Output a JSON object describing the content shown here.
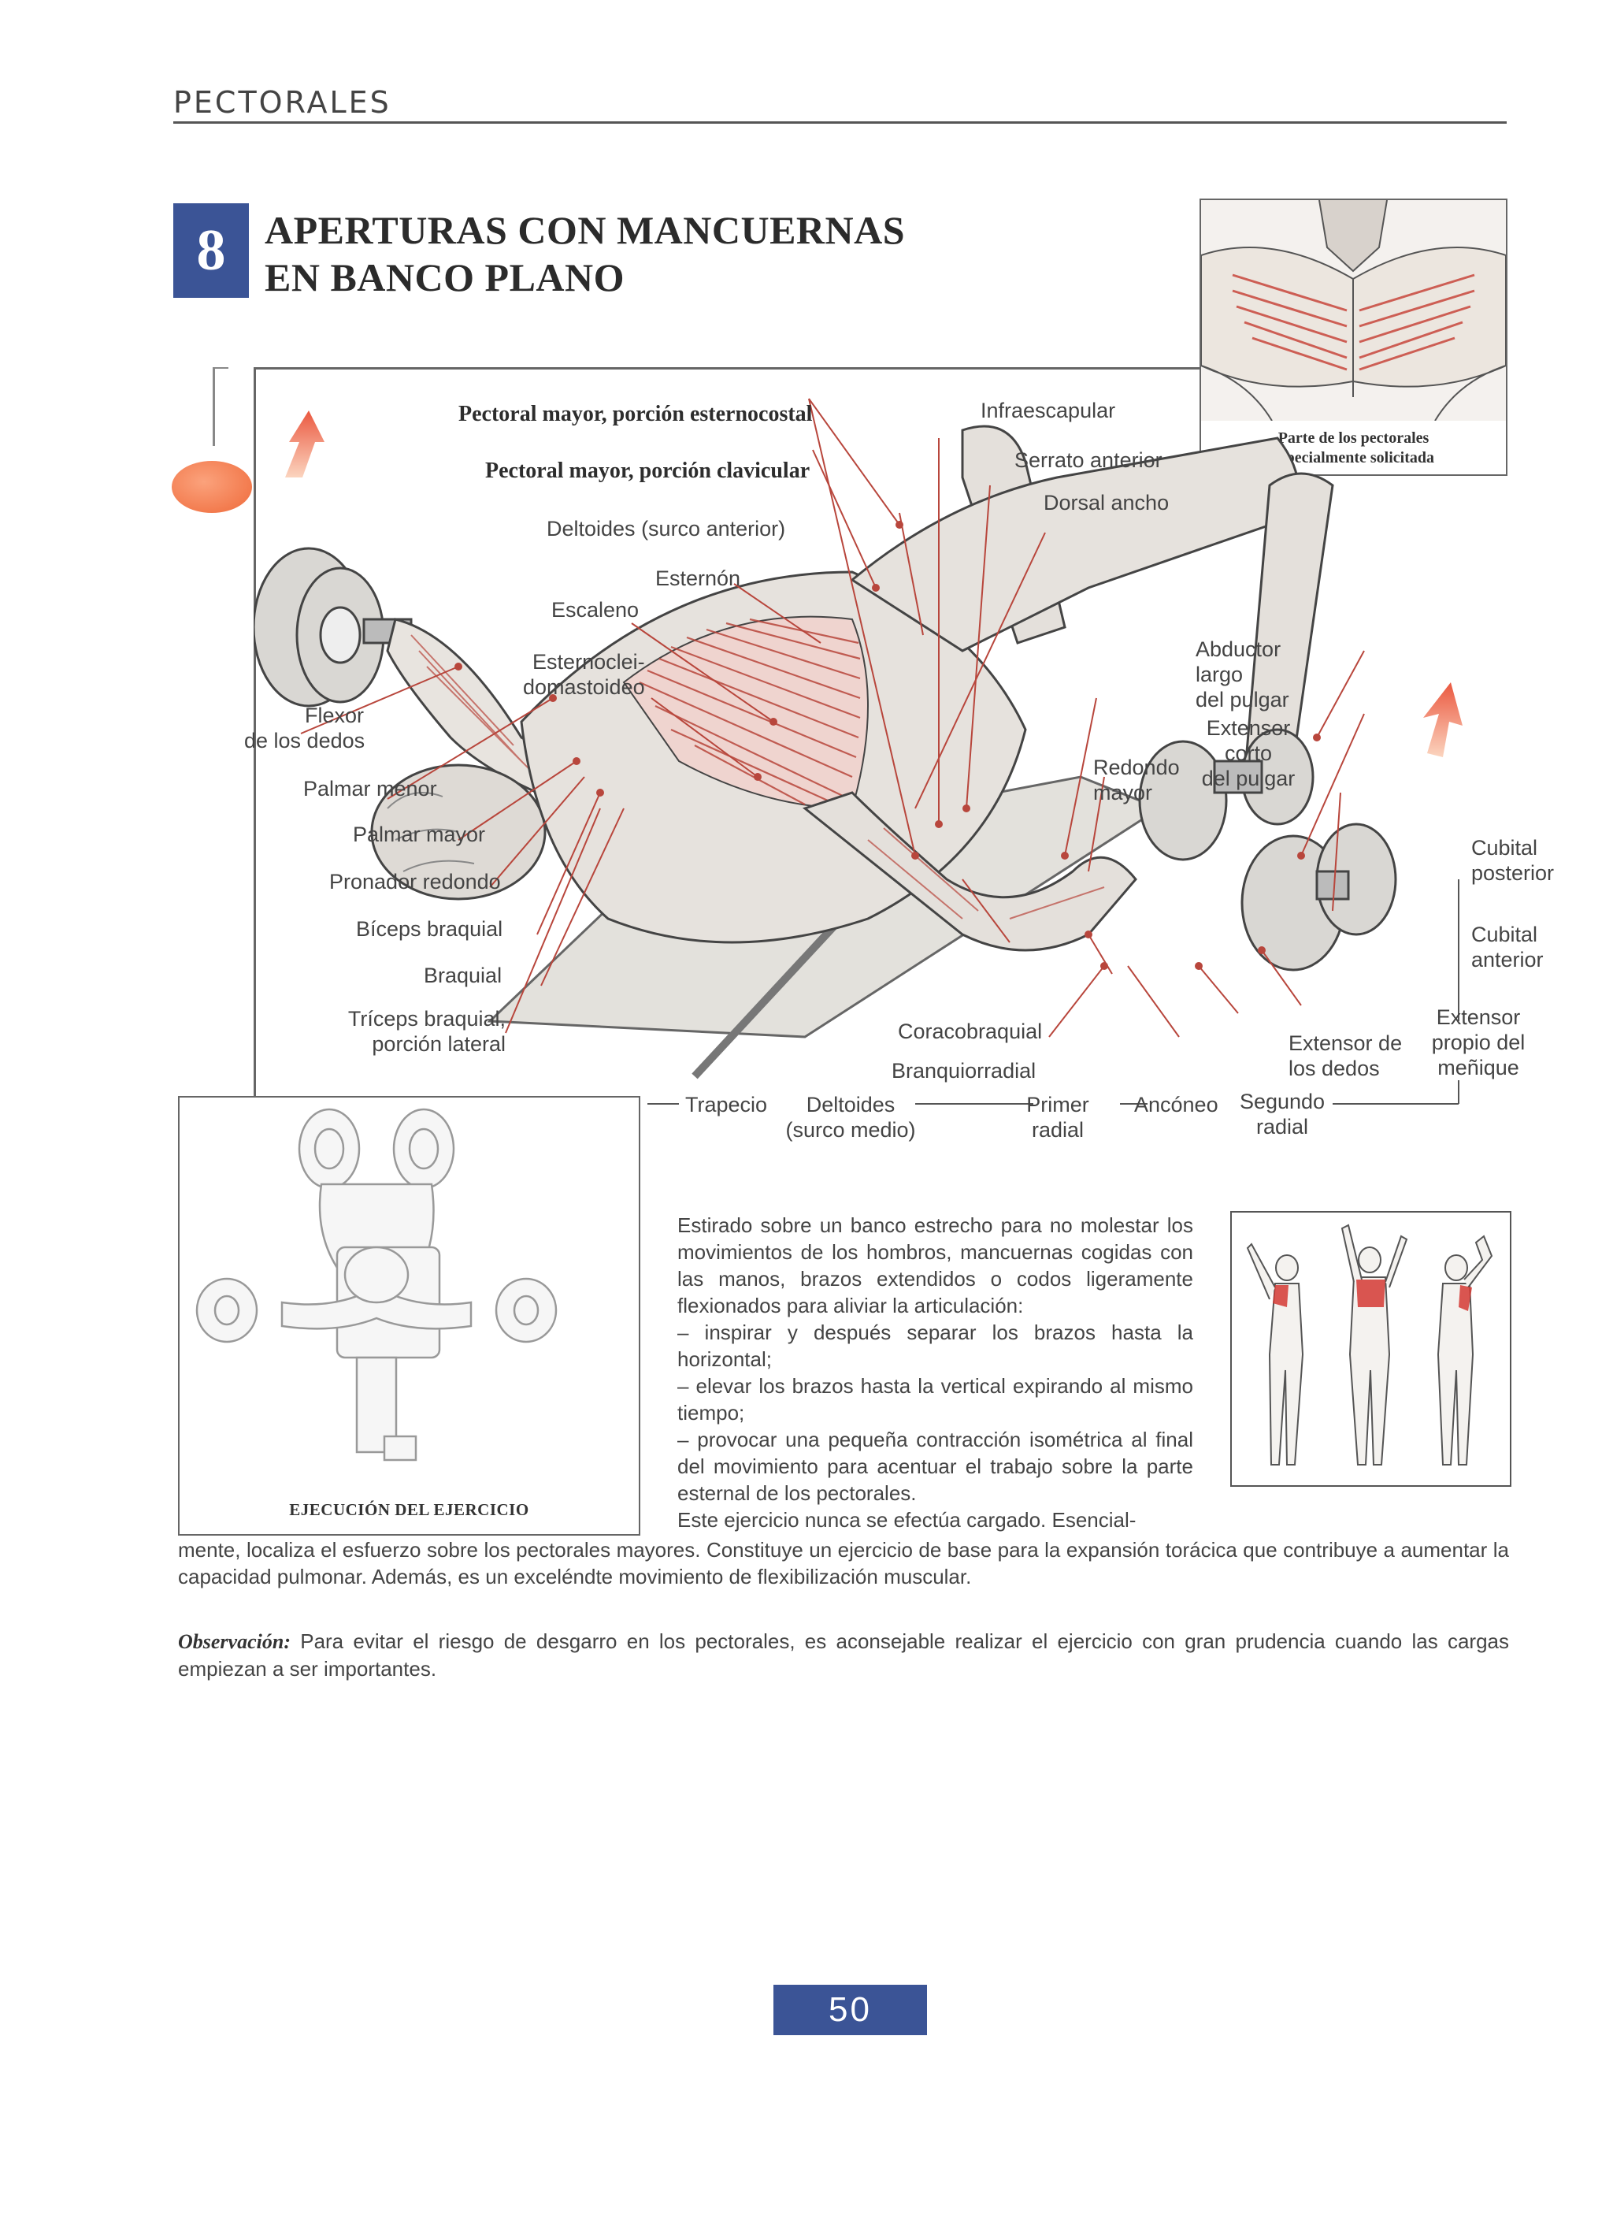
{
  "header": {
    "section": "PECTORALES"
  },
  "exercise": {
    "number": "8",
    "title_line1": "APERTURAS CON MANCUERNAS",
    "title_line2": "EN BANCO PLANO"
  },
  "inset": {
    "caption_line1": "Parte de los pectorales",
    "caption_line2": "especialmente solicitada"
  },
  "labels": {
    "pectoral_esternocostal": "Pectoral mayor, porción esternocostal",
    "pectoral_clavicular": "Pectoral mayor, porción clavicular",
    "deltoides_anterior": "Deltoides (surco anterior)",
    "esternon": "Esternón",
    "escaleno": "Escaleno",
    "esternocleido_1": "Esternoclei-",
    "esternocleido_2": "domastoideo",
    "flexor_1": "Flexor",
    "flexor_2": "de los dedos",
    "palmar_menor": "Palmar menor",
    "palmar_mayor": "Palmar mayor",
    "pronador": "Pronador redondo",
    "biceps": "Bíceps braquial",
    "braquial": "Braquial",
    "triceps_1": "Tríceps braquial,",
    "triceps_2": "porción lateral",
    "infraescapular": "Infraescapular",
    "serrato": "Serrato anterior",
    "dorsal": "Dorsal ancho",
    "abductor_1": "Abductor",
    "abductor_2": "largo",
    "abductor_3": "del pulgar",
    "extensor_corto_1": "Extensor",
    "extensor_corto_2": "corto",
    "extensor_corto_3": "del pulgar",
    "redondo_1": "Redondo",
    "redondo_2": "mayor",
    "cubital_post_1": "Cubital",
    "cubital_post_2": "posterior",
    "cubital_ant_1": "Cubital",
    "cubital_ant_2": "anterior",
    "extensor_propio_1": "Extensor",
    "extensor_propio_2": "propio del",
    "extensor_propio_3": "meñique",
    "extensor_dedos_1": "Extensor de",
    "extensor_dedos_2": "los dedos",
    "coracobraquial": "Coracobraquial",
    "branquiorradial": "Branquiorradial",
    "trapecio": "Trapecio",
    "deltoides_medio_1": "Deltoides",
    "deltoides_medio_2": "(surco medio)",
    "primer_radial_1": "Primer",
    "primer_radial_2": "radial",
    "anconeo": "Ancóneo",
    "segundo_radial_1": "Segundo",
    "segundo_radial_2": "radial"
  },
  "execution": {
    "caption": "EJECUCIÓN DEL EJERCICIO"
  },
  "text": {
    "p1": "Estirado sobre un banco estrecho para no molestar los movimientos de los hombros, mancuernas cogidas con las manos, brazos extendidos o codos ligeramente flexionados para aliviar la articulación:",
    "b1": "– inspirar y después separar los brazos hasta la horizontal;",
    "b2": "– elevar los brazos hasta la vertical expirando al mismo tiempo;",
    "b3": "– provocar una pequeña contracción isométrica al final del movimiento para acentuar el trabajo sobre la parte esternal de los pectorales.",
    "p2_start": "Este ejercicio nunca se efectúa cargado. Esencial-",
    "p2_rest": "mente, localiza el esfuerzo sobre los pectorales mayores. Constituye un ejercicio de base para la expansión torácica que contribuye a aumentar la capacidad pulmonar. Además, es un exceléndte movimiento de flexibilización muscular.",
    "obs_label": "Observación:",
    "obs_text": " Para evitar el riesgo de desgarro en los pectorales, es aconsejable realizar el ejercicio con gran prudencia cuando las cargas empiezan a ser importantes."
  },
  "page": {
    "number": "50"
  },
  "colors": {
    "accent_blue": "#3b5496",
    "muscle_red": "#c8473c",
    "arrow_orange": "#ee7a4a"
  }
}
